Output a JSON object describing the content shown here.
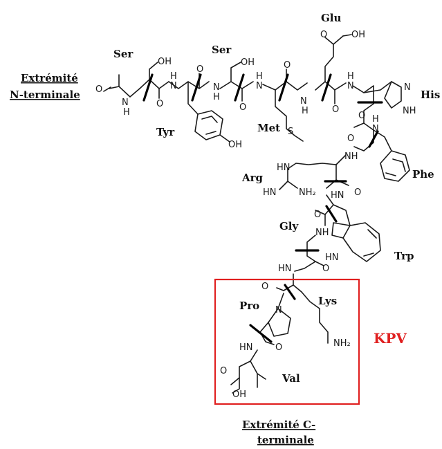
{
  "terminals": {
    "n_line1": "Extrémité",
    "n_line2": "N-terminale",
    "c_line1": "Extrémité C-",
    "c_line2": "terminale"
  },
  "residues": {
    "ser1": "Ser",
    "tyr": "Tyr",
    "ser2": "Ser",
    "met": "Met",
    "glu": "Glu",
    "his": "His",
    "phe": "Phe",
    "arg": "Arg",
    "trp": "Trp",
    "gly": "Gly",
    "lys": "Lys",
    "pro": "Pro",
    "val": "Val"
  },
  "atoms": {
    "oh": "OH",
    "o": "O",
    "h": "H",
    "n": "N",
    "nh": "NH",
    "hn": "HN",
    "nh2": "NH₂",
    "s": "S"
  },
  "highlight": {
    "label": "KPV",
    "color": "#e02020"
  }
}
